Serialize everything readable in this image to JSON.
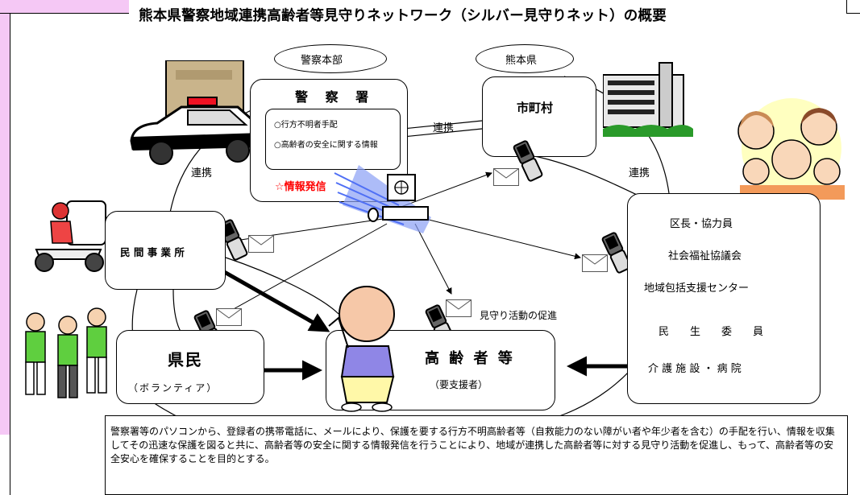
{
  "title": "熊本県警察地域連携高齢者等見守りネットワーク（シルバー見守りネット）の概要",
  "colors": {
    "page_bg": "#ffffff",
    "side_band": "#f5c8f5",
    "info_red": "#ff0000",
    "signal_blue": "#4f6ff5",
    "line": "#000000"
  },
  "ovals": {
    "police_hq": "警察本部",
    "prefecture": "熊本県"
  },
  "police_station": {
    "title": "警 察 署",
    "items": [
      "○行方不明者手配",
      "○高齢者の安全に関する情報"
    ],
    "broadcast": "☆情報発信"
  },
  "municipality": {
    "title": "市町村"
  },
  "private_business": {
    "title": "民 間 事 業 所"
  },
  "residents": {
    "title": "県民",
    "subtitle": "（ボランティア）"
  },
  "elderly": {
    "title": "高 齢 者 等",
    "subtitle": "（要支援者）"
  },
  "community": {
    "items": [
      "区長・協力員",
      "社会福祉協議会",
      "地域包括支援センター",
      "民　　生　　委　　員",
      "介 護 施 設 ・ 病 院"
    ]
  },
  "links": {
    "cooperation": "連携",
    "watch_promotion": "見守り活動の促進"
  },
  "description": "警察署等のパソコンから、登録者の携帯電話に、メールにより、保護を要する行方不明高齢者等（自救能力のない障がい者や年少者を含む）の手配を行い、情報を収集してその迅速な保護を図ると共に、高齢者等の安全に関する情報発信を行うことにより、地域が連携した高齢者等に対する見守り活動を促進し、もって、高齢者等の安全安心を確保することを目的とする。",
  "icons": [
    "police-car-icon",
    "police-building-icon",
    "city-hall-icon",
    "family-icon",
    "delivery-scooter-icon",
    "volunteer-group-icon",
    "elderly-person-icon",
    "computer-icon",
    "mobile-phone-icon",
    "mail-icon"
  ]
}
